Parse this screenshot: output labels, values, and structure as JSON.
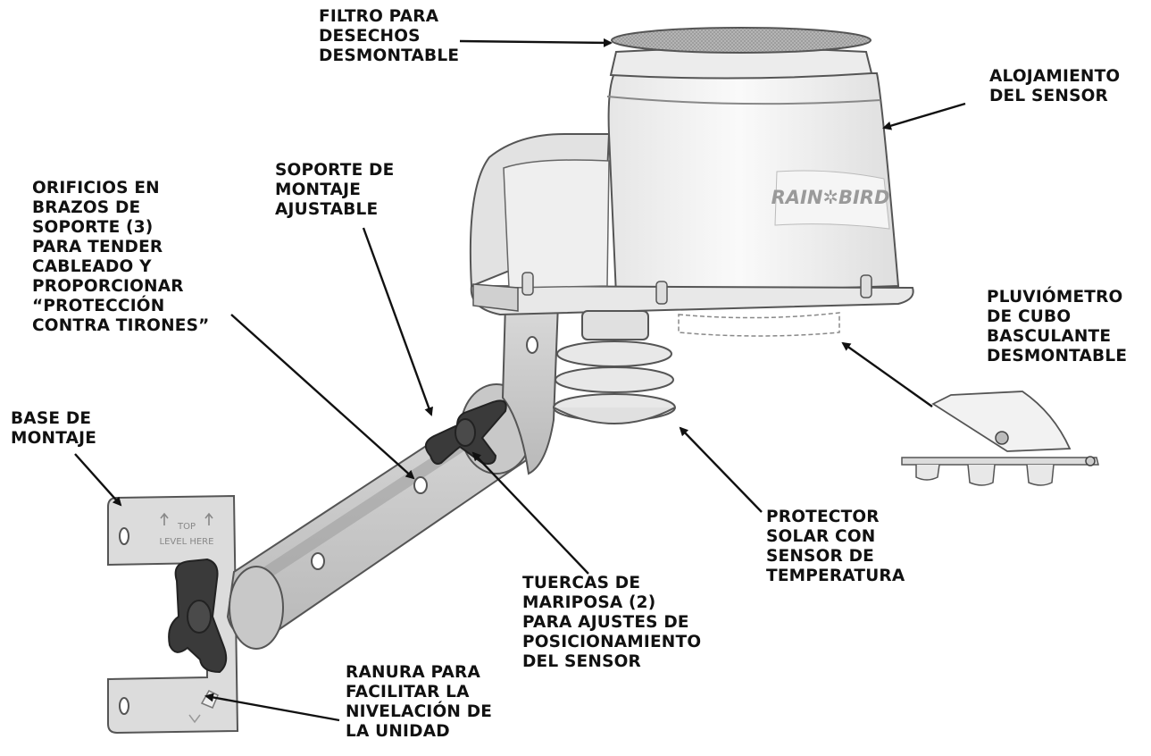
{
  "labels": {
    "filter": [
      "FILTRO PARA",
      "DESECHOS",
      "DESMONTABLE"
    ],
    "housing": [
      "ALOJAMIENTO",
      "DEL SENSOR"
    ],
    "bracket": [
      "SOPORTE DE",
      "MONTAJE",
      "AJUSTABLE"
    ],
    "holes": [
      "ORIFICIOS EN",
      "BRAZOS DE",
      "SOPORTE (3)",
      "PARA TENDER",
      "CABLEADO Y",
      "PROPORCIONAR",
      "“PROTECCIÓN",
      "CONTRA TIRONES”"
    ],
    "base": [
      "BASE DE",
      "MONTAJE"
    ],
    "gauge": [
      "PLUVIÓMETRO",
      "DE CUBO",
      "BASCULANTE",
      "DESMONTABLE"
    ],
    "shield": [
      "PROTECTOR",
      "SOLAR CON",
      "SENSOR DE",
      "TEMPERATURA"
    ],
    "wingnuts": [
      "TUERCAS DE",
      "MARIPOSA (2)",
      "PARA AJUSTES DE",
      "POSICIONAMIENTO",
      "DEL SENSOR"
    ],
    "slot": [
      "RANURA PARA",
      "FACILITAR LA",
      "NIVELACIÓN DE",
      "LA UNIDAD"
    ]
  },
  "product_text": {
    "brand": "RAIN✲BIRD",
    "plate_top": "TOP",
    "plate_level": "LEVEL HERE"
  },
  "colors": {
    "text": "#111111",
    "arrow": "#111111",
    "housing": "#f2f2f2",
    "outline": "#555555",
    "metal": "#cfcfcf",
    "knob": "#3a3a3a",
    "brand": "#9a9a9a"
  }
}
